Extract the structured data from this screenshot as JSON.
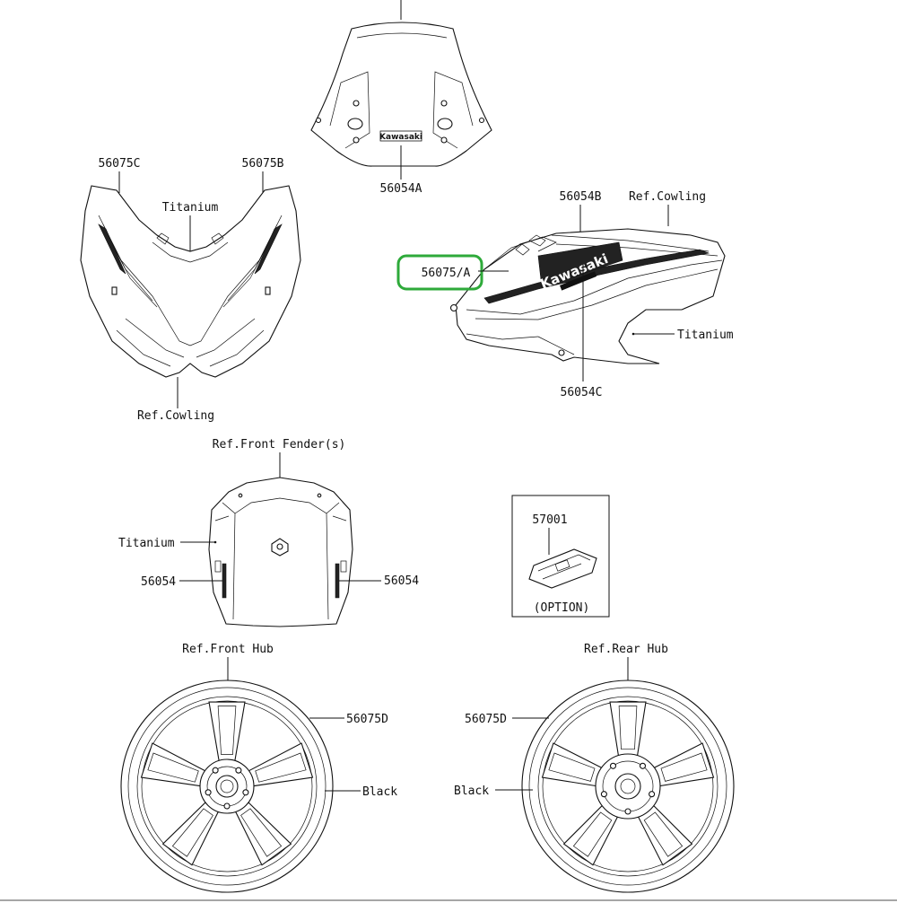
{
  "labels": {
    "windshield_part": "56054A",
    "upper_cowl_left": "56075C",
    "upper_cowl_right": "56075B",
    "upper_cowl_color": "Titanium",
    "upper_cowl_ref": "Ref.Cowling",
    "side_cowl_part_b": "56054B",
    "side_cowl_ref": "Ref.Cowling",
    "side_cowl_highlight": "56075/A",
    "side_cowl_color": "Titanium",
    "side_cowl_part_c": "56054C",
    "side_cowl_logo": "Kawasaki",
    "windshield_logo": "Kawasaki",
    "fender_ref": "Ref.Front Fender(s)",
    "fender_color": "Titanium",
    "fender_part_left": "56054",
    "fender_part_right": "56054",
    "option_part": "57001",
    "option_note": "(OPTION)",
    "front_hub_ref": "Ref.Front Hub",
    "front_wheel_part": "56075D",
    "front_wheel_color": "Black",
    "rear_hub_ref": "Ref.Rear Hub",
    "rear_wheel_part": "56075D",
    "rear_wheel_color": "Black"
  },
  "colors": {
    "highlight": "#2eaa3a",
    "line": "#111111"
  }
}
